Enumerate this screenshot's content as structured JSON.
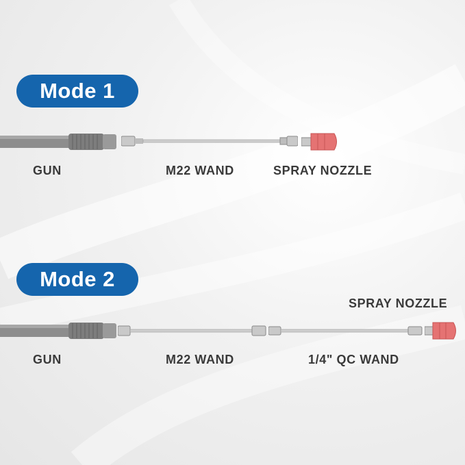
{
  "mode1": {
    "badge": "Mode 1",
    "labels": {
      "gun": "GUN",
      "wand": "M22 WAND",
      "nozzle": "SPRAY NOZZLE"
    }
  },
  "mode2": {
    "badge": "Mode 2",
    "labels": {
      "gun": "GUN",
      "wand": "M22 WAND",
      "qc_wand": "1/4\" QC WAND",
      "nozzle": "SPRAY NOZZLE"
    }
  },
  "colors": {
    "badge": "#1565ad",
    "nozzle": "#e57373",
    "gun": "#8a8a8a"
  },
  "icons": [
    "gun-handle-icon",
    "m22-wand-icon",
    "qc-wand-icon",
    "spray-nozzle-icon"
  ]
}
